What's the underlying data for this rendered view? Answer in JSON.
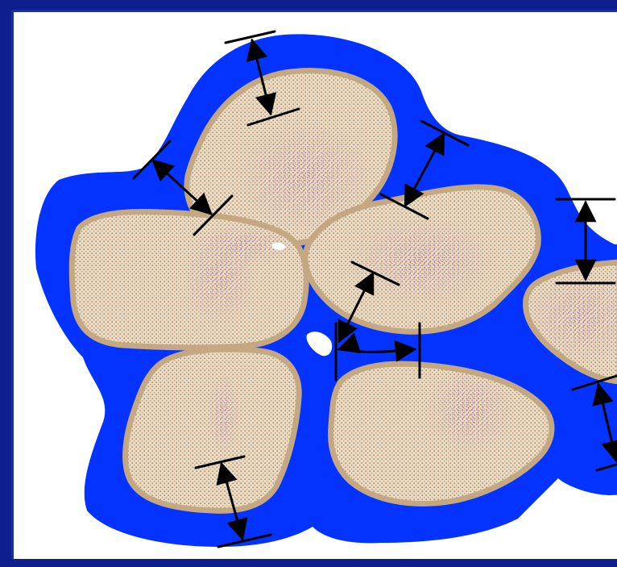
{
  "diagram": {
    "colors": {
      "frame": "#0d1f8c",
      "panel": "#ffffff",
      "water_film": "#0433ff",
      "grain_fill": "#e9d9c0",
      "grain_stipple": "#b08f68",
      "grain_edge": "#c4a882",
      "mineral_stain": "#c96ce8",
      "arrow": "#000000",
      "pore_bubble": "#ffffff"
    },
    "icons": [
      "double-headed-arrow-icon",
      "thickness-bar-icon"
    ],
    "grains": [
      "grain-top",
      "grain-left",
      "grain-center-right",
      "grain-bottom-left",
      "grain-bottom-right",
      "grain-far-right"
    ],
    "measurements": [
      "film-thickness-top",
      "film-thickness-left",
      "film-thickness-upper-right",
      "film-thickness-right",
      "film-thickness-pore",
      "film-thickness-bottom",
      "film-thickness-lower-right"
    ]
  }
}
